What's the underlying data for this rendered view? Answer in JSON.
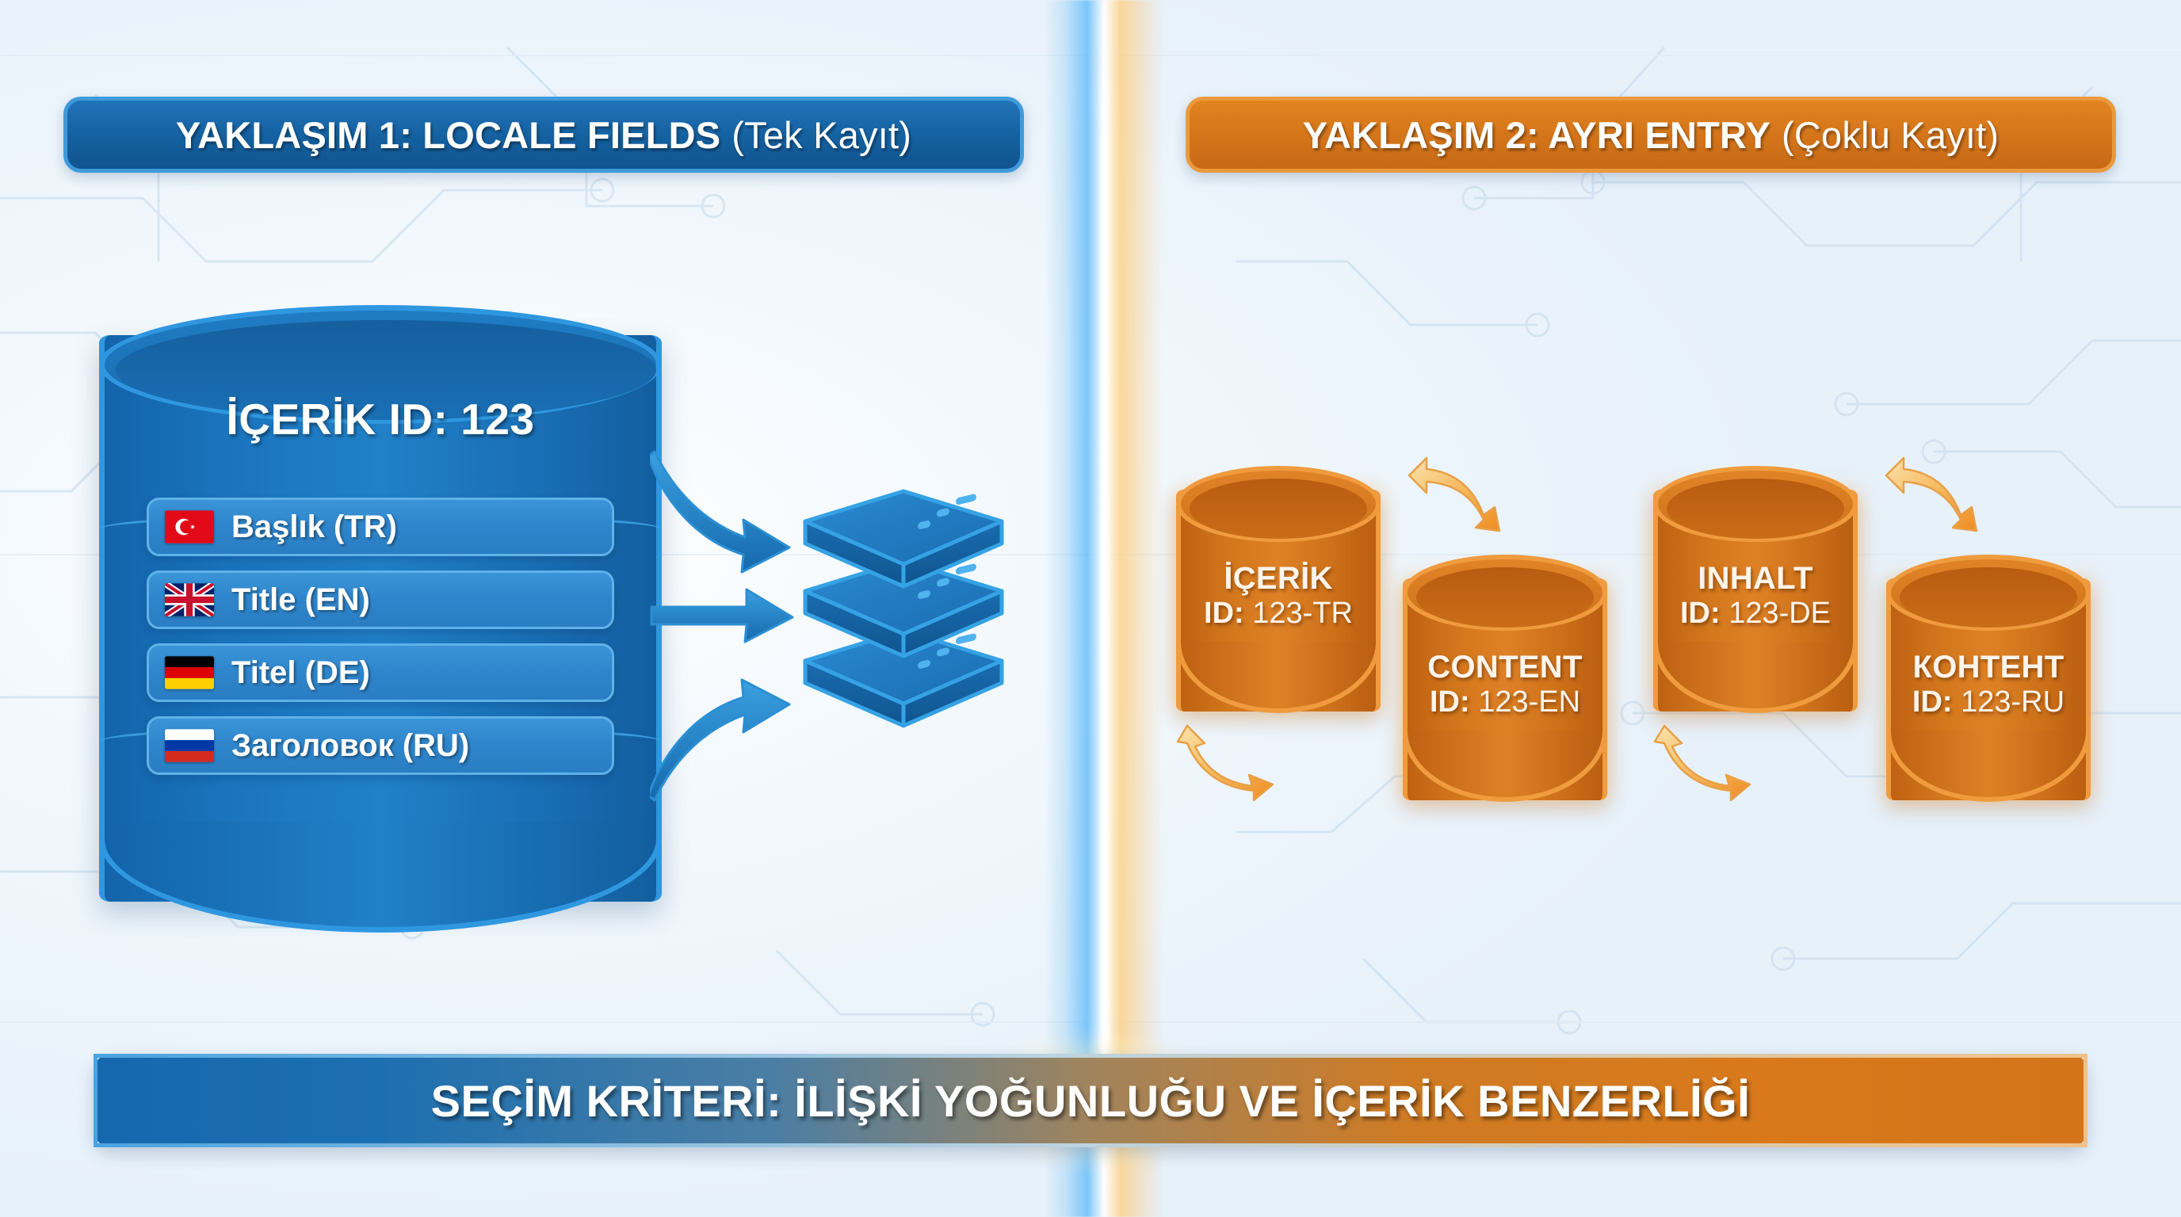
{
  "headers": {
    "left": {
      "strong": "YAKLAŞIM 1: LOCALE FIELDS",
      "paren": "(Tek Kayıt)",
      "color": "#14609f"
    },
    "right": {
      "strong": "YAKLAŞIM 2: AYRI ENTRY",
      "paren": "(Çoklu Kayıt)",
      "color": "#d3741a"
    }
  },
  "left_panel": {
    "database_title": "İÇERİK ID: 123",
    "fields": [
      {
        "flag": "flag-tr-icon",
        "label": "Başlık (TR)"
      },
      {
        "flag": "flag-gb-icon",
        "label": "Title (EN)"
      },
      {
        "flag": "flag-de-icon",
        "label": "Titel (DE)"
      },
      {
        "flag": "flag-ru-icon",
        "label": "Заголовок (RU)"
      }
    ],
    "target_icon": "server-stack-icon",
    "arrow_count": 3,
    "arrow_icon": "curved-arrow-right-icon"
  },
  "right_panel": {
    "records": [
      {
        "name": "İÇERİK",
        "id_label": "ID:",
        "id_value": "123-TR"
      },
      {
        "name": "CONTENT",
        "id_label": "ID:",
        "id_value": "123-EN"
      },
      {
        "name": "INHALT",
        "id_label": "ID:",
        "id_value": "123-DE"
      },
      {
        "name": "КОНТЕНТ",
        "id_label": "ID:",
        "id_value": "123-RU"
      }
    ],
    "link_icon": "double-headed-curved-arrow-icon",
    "link_count": 4
  },
  "banner": {
    "text": "SEÇİM KRİTERİ: İLİŞKİ YOĞUNLUĞU VE İÇERİK BENZERLİĞİ",
    "start_color": "#1668ad",
    "end_color": "#d3741a"
  },
  "theme": {
    "background": "#eef5fb",
    "blue_accent": "#2180c8",
    "blue_edge": "#2f97e0",
    "orange_accent": "#de8126",
    "orange_edge": "#ef9b3e",
    "arrow_blue": "#1a7fc4",
    "arrow_gold": "#f7b55a"
  }
}
